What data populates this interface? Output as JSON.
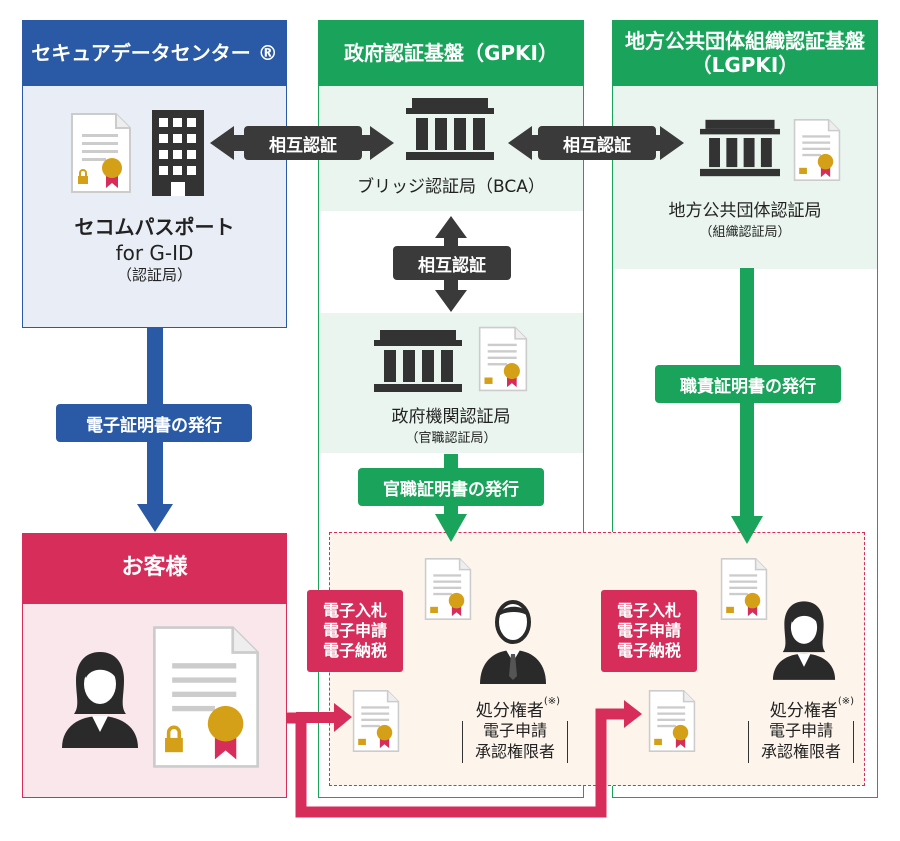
{
  "columns": {
    "secom": {
      "header": "セキュアデータセンター ®"
    },
    "gpki": {
      "header": "政府認証基盤（GPKI）"
    },
    "lgpki": {
      "header_line1": "地方公共団体組織認証基盤",
      "header_line2": "（LGPKI）"
    }
  },
  "secom": {
    "name_line1": "セコムパスポート",
    "name_line2": "for G-ID",
    "name_line3": "（認証局）",
    "issue_label": "電子証明書の発行"
  },
  "gpki": {
    "bridge_label": "ブリッジ認証局（BCA）",
    "gov_label": "政府機関認証局",
    "gov_sub": "（官職認証局）",
    "issue_label": "官職証明書の発行"
  },
  "lgpki": {
    "local_label": "地方公共団体認証局",
    "local_sub": "（組織認証局）",
    "issue_label": "職責証明書の発行"
  },
  "mutual": {
    "left": "相互認証",
    "right": "相互認証",
    "vertical": "相互認証"
  },
  "customer": {
    "header": "お客様"
  },
  "services": {
    "left": [
      "電子入札",
      "電子申請",
      "電子納税"
    ],
    "right": [
      "電子入札",
      "電子申請",
      "電子納税"
    ]
  },
  "authority": {
    "left_title": "処分権者",
    "left_note": "(※)",
    "left_lines": [
      "電子申請",
      "承認権限者"
    ],
    "right_title": "処分権者",
    "right_note": "(※)",
    "right_lines": [
      "電子申請",
      "承認権限者"
    ]
  },
  "colors": {
    "blue": "#2a5aa6",
    "green": "#1aa35a",
    "red": "#d62d5a",
    "dark": "#3a3a3a",
    "gold": "#d4a017"
  },
  "icons": [
    "certificate-icon",
    "building-icon",
    "government-building-icon",
    "businessman-icon",
    "businesswoman-icon"
  ]
}
